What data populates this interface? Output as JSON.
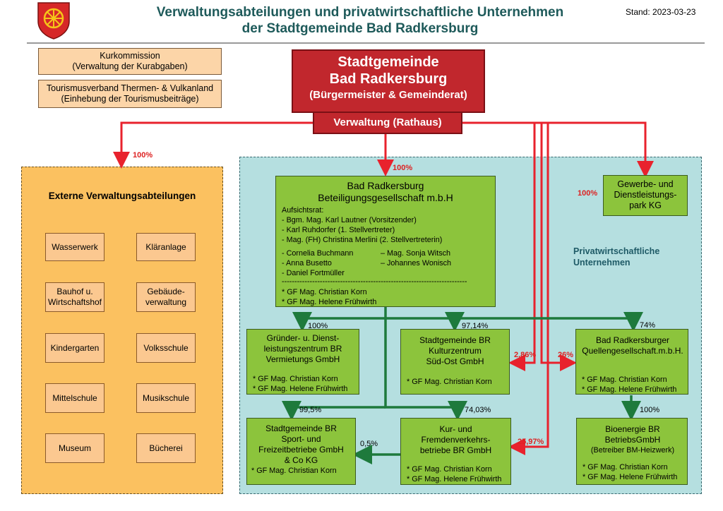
{
  "header": {
    "title_line1": "Verwaltungsabteilungen und privatwirtschaftliche Unternehmen",
    "title_line2": "der Stadtgemeinde Bad Radkersburg",
    "stand": "Stand: 2023-03-23"
  },
  "side_boxes": [
    {
      "line1": "Kurkommission",
      "line2": "(Verwaltung der  Kurabgaben)"
    },
    {
      "line1": "Tourismusverband Thermen- & Vulkanland",
      "line2": "(Einhebung der Tourismusbeiträge)"
    }
  ],
  "main": {
    "line1": "Stadtgemeinde",
    "line2": "Bad Radkersburg",
    "line3": "(Bürgermeister & Gemeinderat)",
    "verwaltung": "Verwaltung (Rathaus)"
  },
  "external": {
    "pct": "100%",
    "title": "Externe Verwaltungsabteilungen",
    "items": [
      "Wasserwerk",
      "Kläranlage",
      "Bauhof u. Wirtschaftshof",
      "Gebäude-verwaltung",
      "Kindergarten",
      "Volksschule",
      "Mittelschule",
      "Musikschule",
      "Museum",
      "Bücherei"
    ]
  },
  "private": {
    "label_line1": "Privatwirtschaftliche",
    "label_line2": "Unternehmen",
    "bg_pct": "100%",
    "gewerbe_pct": "100%",
    "gewerbe": [
      "Gewerbe- und",
      "Dienstleistungs-",
      "park KG"
    ]
  },
  "bg": {
    "name1": "Bad Radkersburg",
    "name2": "Beteiligungsgesellschaft m.b.H",
    "aufsichtsrat": "Aufsichtsrat:",
    "members": [
      "- Bgm. Mag. Karl Lautner (Vorsitzender)",
      "- Karl Ruhdorfer (1. Stellvertreter)",
      "- Mag. (FH) Christina Merlini (2. Stellvertreterin)"
    ],
    "left_col": [
      "- Cornelia Buchmann",
      "- Anna Busetto",
      "- Daniel Fortmüller"
    ],
    "right_col": [
      "– Mag. Sonja Witsch",
      "– Johannes Wonisch"
    ],
    "dashes": "-------------------------------------------------------------------------",
    "gf": [
      "* GF Mag. Christian Korn",
      "* GF Mag. Helene Frühwirth"
    ]
  },
  "companies": {
    "gruender": {
      "pct": "100%",
      "name": [
        "Gründer- u. Dienst-",
        "leistungszentrum BR",
        "Vermietungs GmbH"
      ],
      "gf": [
        "* GF Mag. Christian Korn",
        "* GF Mag. Helene Frühwirth"
      ]
    },
    "kultur": {
      "pct": "97,14%",
      "red_pct": "2,86%",
      "name": [
        "Stadtgemeinde BR",
        "Kulturzentrum",
        "Süd-Ost GmbH"
      ],
      "gf": [
        "* GF Mag. Christian Korn"
      ]
    },
    "quellen": {
      "pct": "74%",
      "red_pct": "26%",
      "name": [
        "Bad Radkersburger",
        "Quellengesellschaft.m.b.H."
      ],
      "gf": [
        "* GF Mag. Christian Korn",
        "* GF Mag. Helene Frühwirth"
      ]
    },
    "sport": {
      "pct": "99,5%",
      "pct_small": "0,5%",
      "name": [
        "Stadtgemeinde BR",
        "Sport- und",
        "Freizeitbetriebe GmbH",
        "& Co KG"
      ],
      "gf": [
        "* GF Mag. Christian Korn"
      ]
    },
    "kur": {
      "pct": "74,03%",
      "red_pct": "25,97%",
      "name": [
        "Kur- und",
        "Fremdenverkehrs-",
        "betriebe BR GmbH"
      ],
      "gf": [
        "* GF Mag. Christian Korn",
        "* GF Mag. Helene Frühwirth"
      ]
    },
    "bio": {
      "pct": "100%",
      "name": [
        "Bioenergie BR",
        "BetriebsGmbH"
      ],
      "sub": "(Betreiber BM-Heizwerk)",
      "gf": [
        "* GF Mag. Christian Korn",
        "* GF Mag. Helene Frühwirth"
      ]
    }
  },
  "colors": {
    "red": "#e8222d",
    "green": "#1e7a3c",
    "brand_red": "#c1272d"
  }
}
